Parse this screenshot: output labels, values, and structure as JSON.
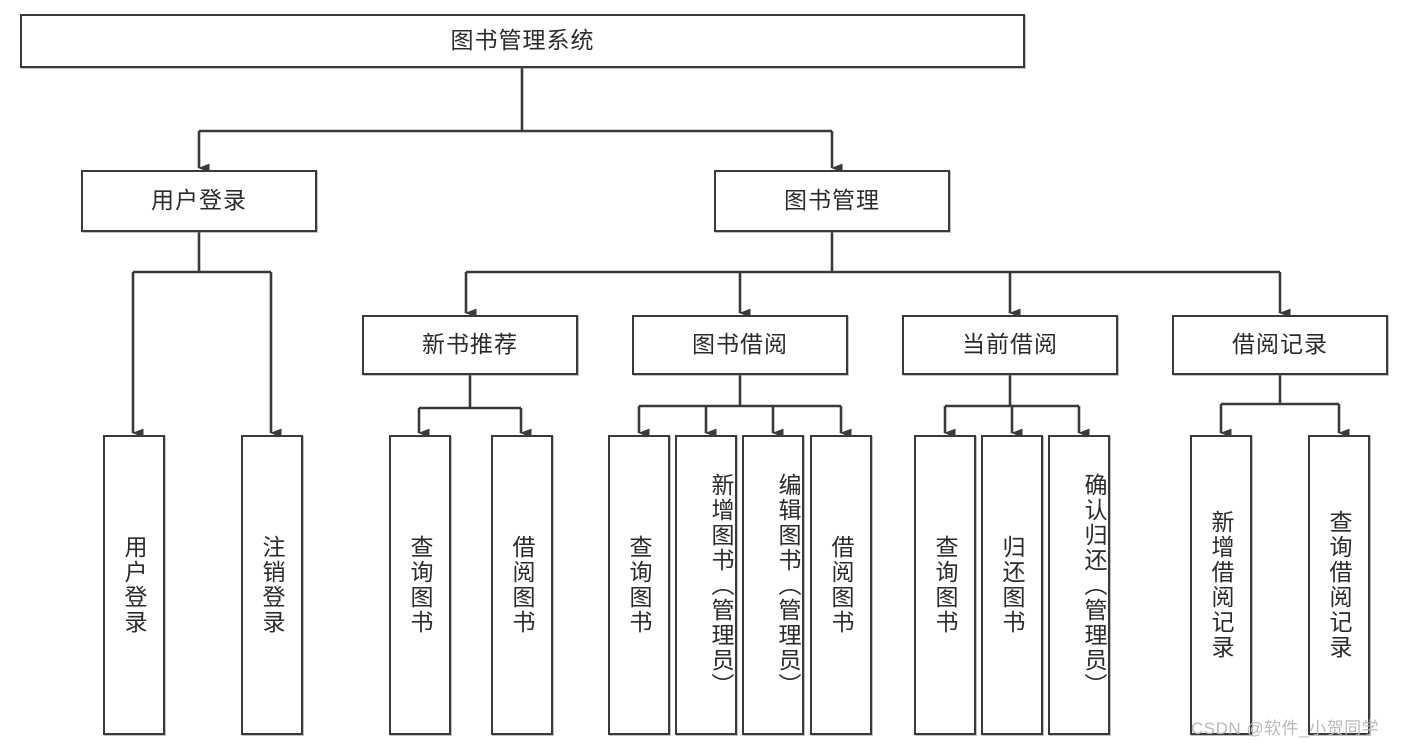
{
  "diagram": {
    "type": "tree-hierarchy-chart",
    "title": "图书管理系统",
    "stroke_color": "#3a3a3a",
    "text_color": "#2b2b2b",
    "background_color": "#ffffff",
    "levels": 4
  },
  "root": {
    "label": "图书管理系统"
  },
  "level2": [
    {
      "label": "用户登录"
    },
    {
      "label": "图书管理"
    }
  ],
  "level3": [
    {
      "label": "新书推荐"
    },
    {
      "label": "图书借阅"
    },
    {
      "label": "当前借阅"
    },
    {
      "label": "借阅记录"
    }
  ],
  "leaves": {
    "user_login": [
      {
        "label": "用户登录"
      },
      {
        "label": "注销登录"
      }
    ],
    "new_book_recommend": [
      {
        "label": "查询图书"
      },
      {
        "label": "借阅图书"
      }
    ],
    "book_borrow": [
      {
        "label": "查询图书"
      },
      {
        "label": "新增图书（管理员）"
      },
      {
        "label": "编辑图书（管理员）"
      },
      {
        "label": "借阅图书"
      }
    ],
    "current_borrow": [
      {
        "label": "查询图书"
      },
      {
        "label": "归还图书"
      },
      {
        "label": "确认归还（管理员）"
      }
    ],
    "borrow_record": [
      {
        "label": "新增借阅记录"
      },
      {
        "label": "查询借阅记录"
      }
    ]
  },
  "watermark": {
    "text": "CSDN @软件_小贺同学"
  }
}
